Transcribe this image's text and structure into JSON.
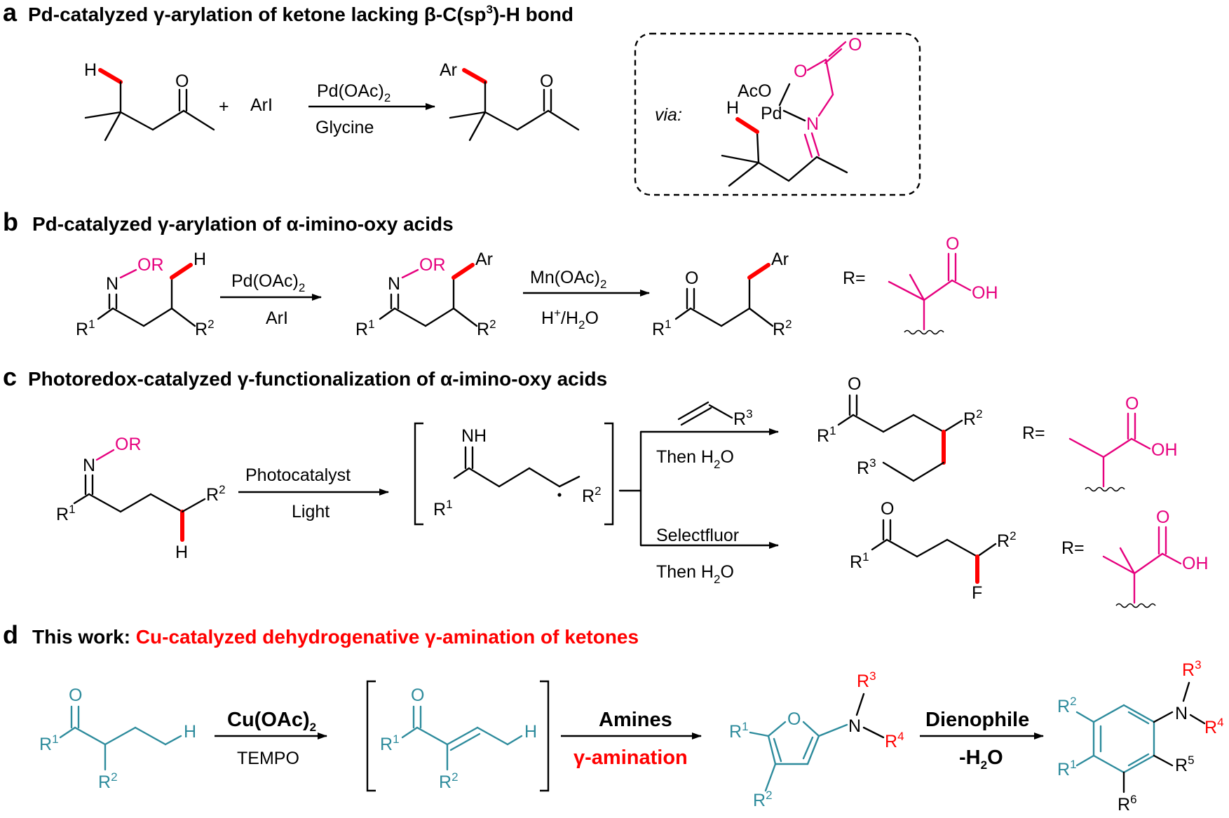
{
  "panels": {
    "a": {
      "label": "a",
      "title": "Pd-catalyzed γ-arylation of ketone lacking β-C(sp",
      "title_sup": "3",
      "title_tail": ")-H bond",
      "reagent": "ArI",
      "plus": "+",
      "cond_top": "Pd(OAc)",
      "cond_top_sub": "2",
      "cond_bottom": "Glycine",
      "via": "via:",
      "aco": "AcO",
      "pd": "Pd"
    },
    "b": {
      "label": "b",
      "title": "Pd-catalyzed γ-arylation of α-imino-oxy acids",
      "step1_top": "Pd(OAc)",
      "step1_top_sub": "2",
      "step1_bottom": "ArI",
      "step2_top": "Mn(OAc)",
      "step2_top_sub": "2",
      "step2_bottom_a": "H",
      "step2_bottom_sup": "+",
      "step2_bottom_b": "/H",
      "step2_bottom_sub": "2",
      "step2_bottom_c": "O",
      "r_eq": "R="
    },
    "c": {
      "label": "c",
      "title": "Photoredox-catalyzed γ-functionalization of α-imino-oxy acids",
      "cond_top": "Photocatalyst",
      "cond_bottom": "Light",
      "upper_then": "Then H",
      "upper_then_sub": "2",
      "upper_then_tail": "O",
      "lower_top": "Selectfluor",
      "lower_then": "Then H",
      "lower_then_sub": "2",
      "lower_then_tail": "O",
      "r_eq": "R="
    },
    "d": {
      "label": "d",
      "title_black": "This work: ",
      "title_red": "Cu-catalyzed dehydrogenative γ-amination of ketones",
      "step1_top": "Cu(OAc)",
      "step1_top_sub": "2",
      "step1_bottom": "TEMPO",
      "step2_top": "Amines",
      "step2_bottom": "γ-amination",
      "step3_top": "Dienophile",
      "step3_bottom_a": "-H",
      "step3_bottom_sub": "2",
      "step3_bottom_b": "O"
    }
  },
  "atoms": {
    "O": "O",
    "H": "H",
    "N": "N",
    "F": "F",
    "OH": "OH",
    "OR": "OR",
    "NH": "NH",
    "Ar": "Ar",
    "R": "R",
    "sup1": "1",
    "sup2": "2",
    "sup3": "3",
    "sup4": "4",
    "sup5": "5",
    "sup6": "6"
  },
  "colors": {
    "black": "#000000",
    "red": "#ff0000",
    "magenta": "#e6007e",
    "teal": "#2d8b9c"
  }
}
